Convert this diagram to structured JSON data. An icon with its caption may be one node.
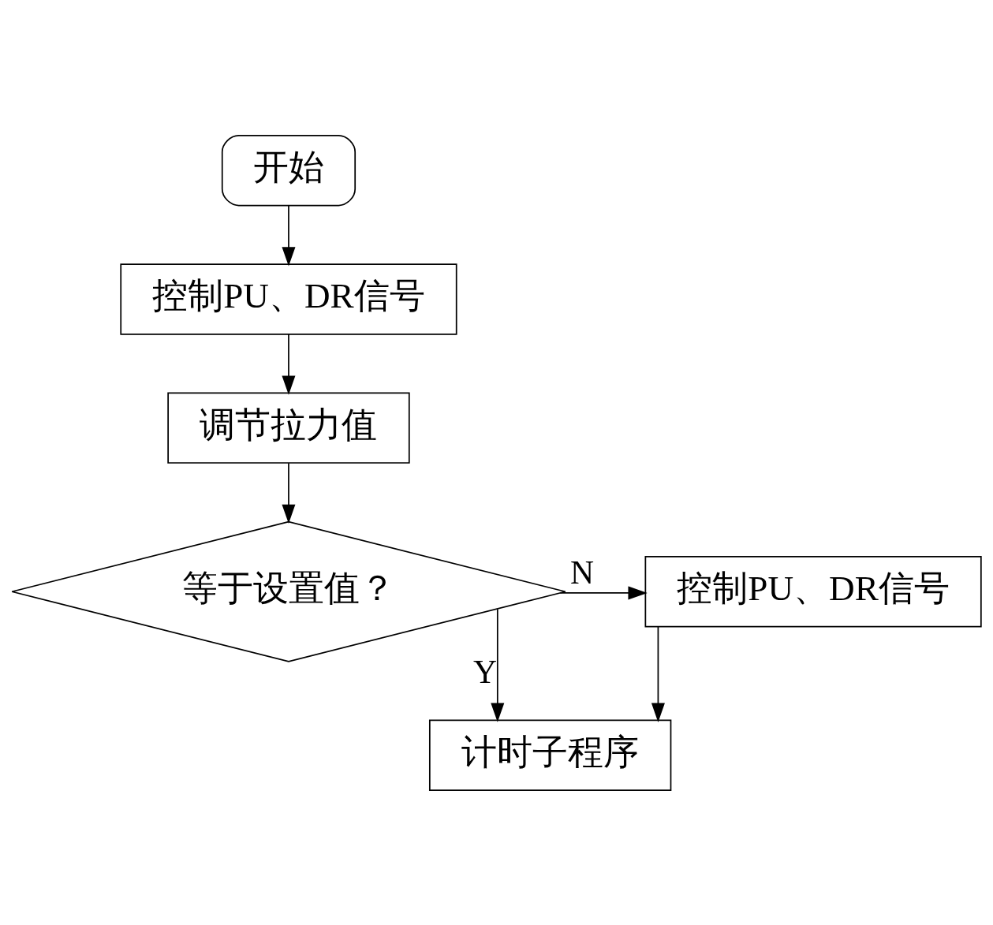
{
  "diagram": {
    "nodes": [
      {
        "text": [
          "开始"
        ]
      },
      {
        "text": [
          "控制PU、DR信号"
        ]
      },
      {
        "text": [
          "调节拉力值"
        ]
      },
      {
        "text": [
          "等于设置值？"
        ]
      },
      {
        "text": [
          "控制PU、DR信号"
        ]
      },
      {
        "text": [
          "计时子程序"
        ]
      }
    ],
    "edges": [
      {
        "from": 0,
        "to": 1,
        "arrow": "to"
      },
      {
        "from": 1,
        "to": 2,
        "arrow": "to"
      },
      {
        "from": 2,
        "to": 3,
        "arrow": "to"
      },
      {
        "from": 3,
        "to": 4,
        "arrow": "to",
        "label": "N"
      },
      {
        "from": 3,
        "to": 5,
        "arrow": "to",
        "label": "Y"
      },
      {
        "from": 4,
        "to": 5,
        "arrow": "to"
      }
    ]
  }
}
